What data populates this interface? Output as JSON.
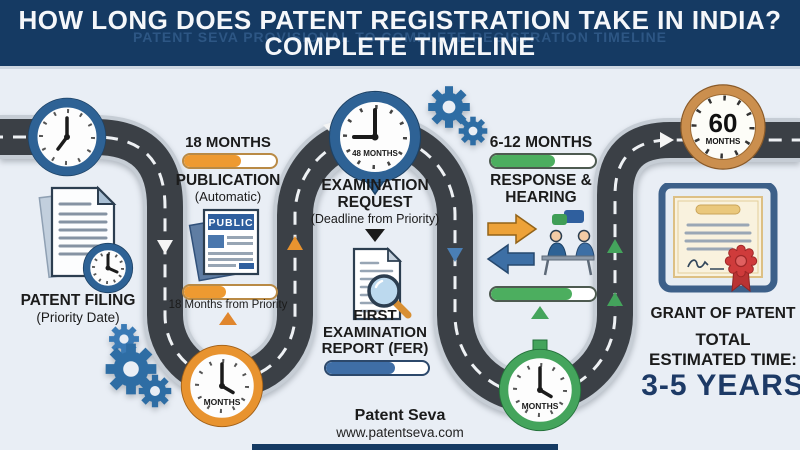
{
  "header": {
    "title_line1": "HOW LONG DOES PATENT REGISTRATION TAKE IN INDIA?",
    "title_line2": "COMPLETE TIMELINE",
    "watermark": "PATENT SEVA PROVISIONAL TO COMPLETE REGISTRATION TIMELINE"
  },
  "timeline": {
    "months_label": "MONTHS",
    "filing": {
      "title": "PATENT FILING",
      "subtitle": "(Priority Date)"
    },
    "publication": {
      "duration": "18 MONTHS",
      "title": "PUBLICATION",
      "subtitle": "(Automatic)",
      "stamp": "PUBLIC",
      "note": "18 Months from Priority",
      "progress_top_pct": 62,
      "progress_bottom_pct": 46
    },
    "examination": {
      "clock_label": "48 MONTHS",
      "title": "EXAMINATION REQUEST",
      "subtitle": "(Deadline from Priority)",
      "report_title": "FIRST EXAMINATION REPORT (FER)",
      "progress_pct": 68
    },
    "response": {
      "duration": "6-12 MONTHS",
      "title": "RESPONSE & HEARING",
      "progress_top_pct": 62,
      "progress_bottom_pct": 78
    },
    "grant": {
      "clock_value": "60",
      "clock_unit": "MONTHS",
      "title": "GRANT OF PATENT",
      "total_line1": "TOTAL",
      "total_line2": "ESTIMATED TIME:",
      "total_value": "3-5 YEARS"
    }
  },
  "footer": {
    "brand": "Patent Seva",
    "website": "www.patentseva.com"
  },
  "colors": {
    "header_bg": "#153a63",
    "accent_orange": "#e8932f",
    "accent_green": "#44a45c",
    "accent_blue": "#2e6295",
    "total_text": "#1d3a66"
  }
}
